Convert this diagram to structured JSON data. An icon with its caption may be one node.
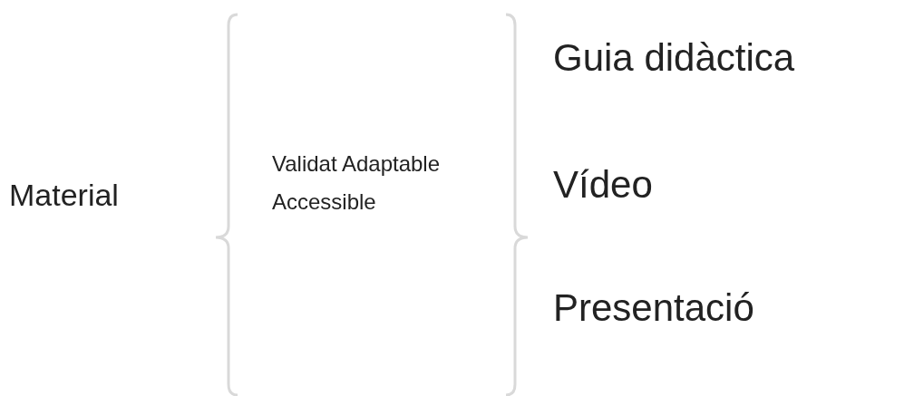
{
  "diagram": {
    "labels": [
      "Material",
      "Validat Adaptable Accessible",
      "Guia didàctica",
      "Vídeo",
      "Presentació"
    ]
  }
}
